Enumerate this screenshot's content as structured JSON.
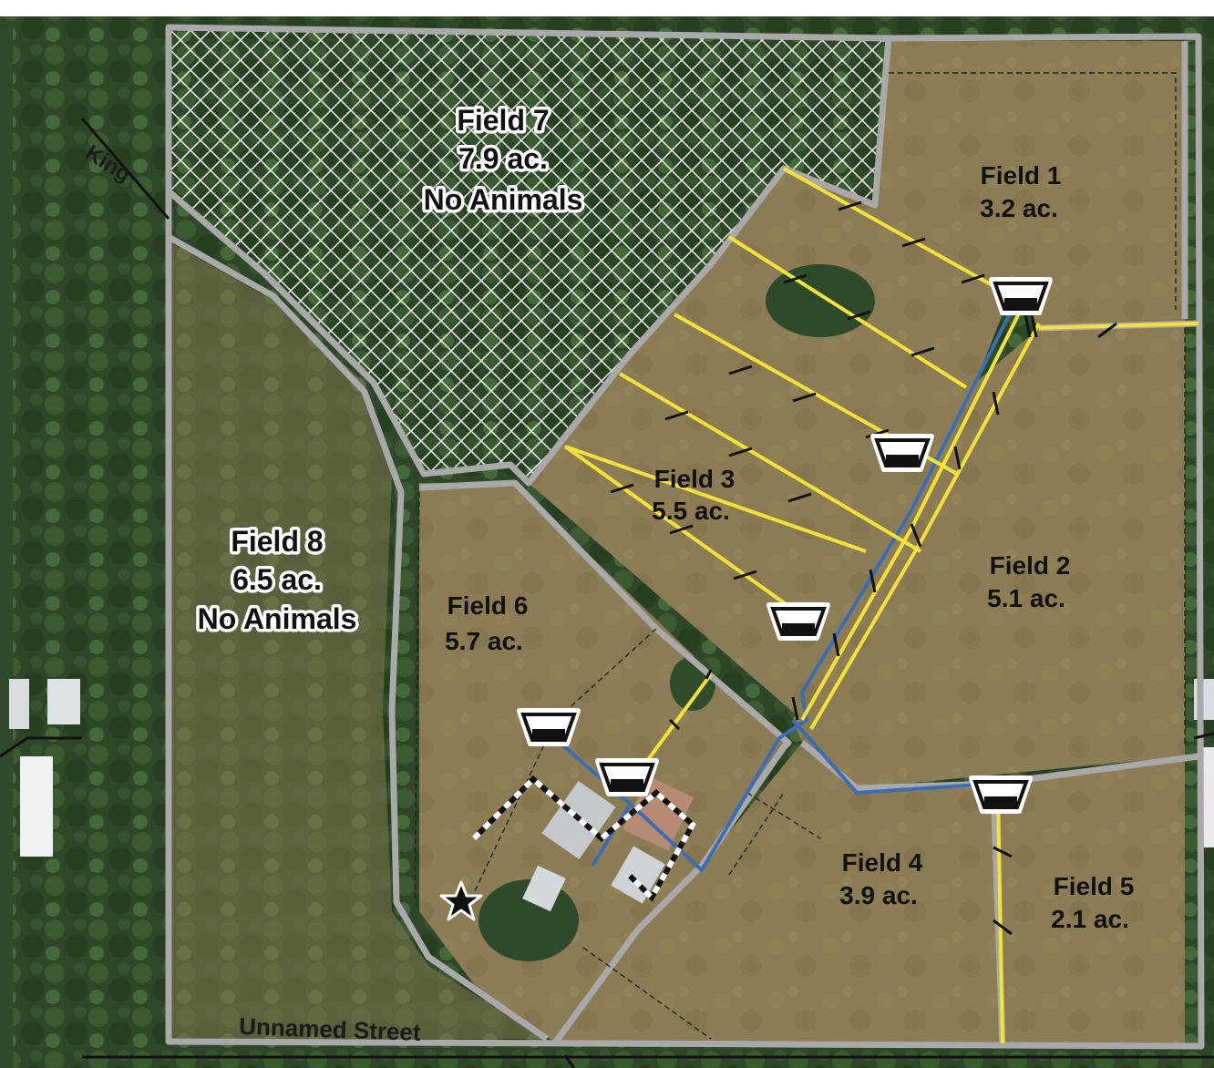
{
  "fields": [
    {
      "id": "field-1",
      "name": "Field 1",
      "area": "3.2 ac.",
      "note": ""
    },
    {
      "id": "field-2",
      "name": "Field 2",
      "area": "5.1 ac.",
      "note": ""
    },
    {
      "id": "field-3",
      "name": "Field 3",
      "area": "5.5 ac.",
      "note": ""
    },
    {
      "id": "field-4",
      "name": "Field 4",
      "area": "3.9 ac.",
      "note": ""
    },
    {
      "id": "field-5",
      "name": "Field 5",
      "area": "2.1 ac.",
      "note": ""
    },
    {
      "id": "field-6",
      "name": "Field 6",
      "area": "5.7 ac.",
      "note": ""
    },
    {
      "id": "field-7",
      "name": "Field 7",
      "area": "7.9 ac.",
      "note": "No Animals"
    },
    {
      "id": "field-8",
      "name": "Field 8",
      "area": "6.5 ac.",
      "note": "No Animals"
    }
  ],
  "streets": {
    "south": "Unnamed Street",
    "northwest": "King"
  },
  "icons": {
    "water_trough": "water-trough-icon",
    "home_site": "star-icon"
  },
  "colors": {
    "imagery_field": "#8a7a55",
    "imagery_forest": "#2f4a2a",
    "boundary": "#a8a8a8",
    "fence": "#2b2b2b",
    "water_line": "#3b6db5",
    "cross_fence": "#f2e23a",
    "hatch": "#ffffff",
    "building_outline": "#111111"
  }
}
